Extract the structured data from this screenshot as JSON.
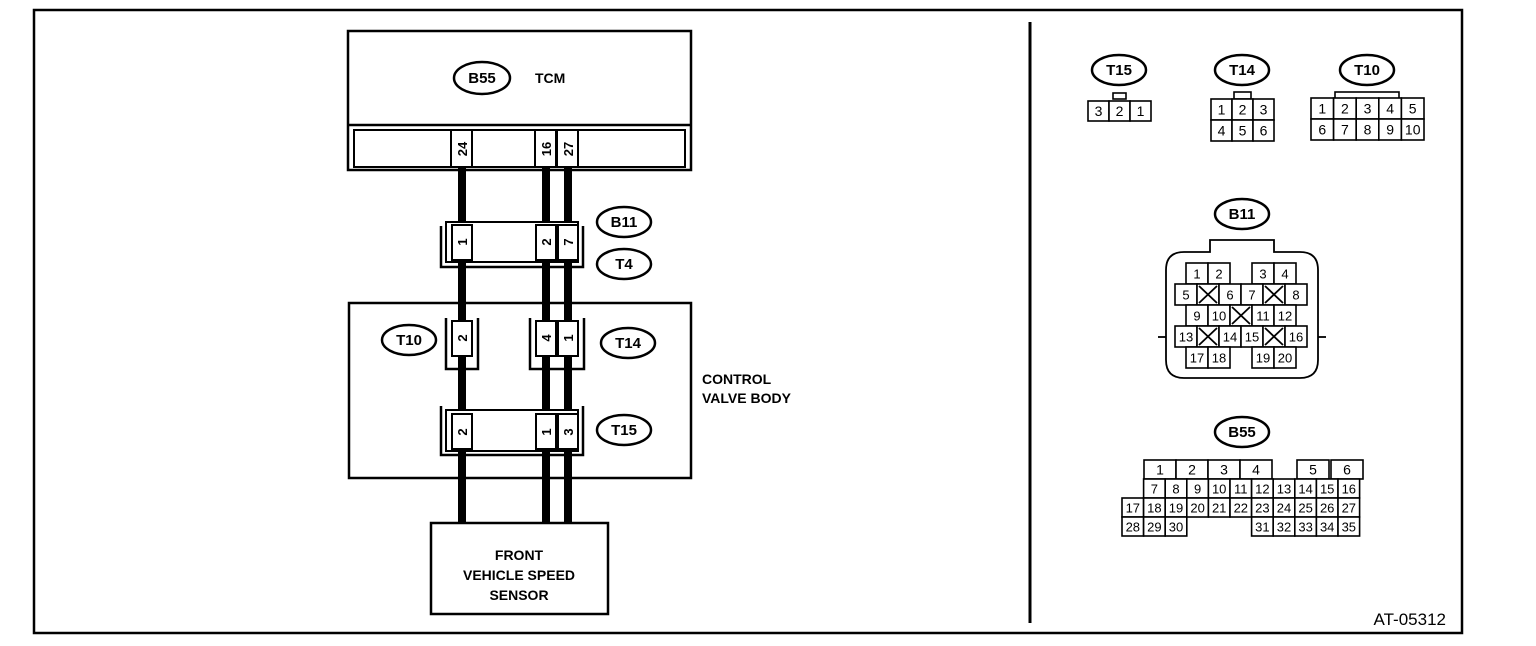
{
  "diagram": {
    "tcm": {
      "connector": "B55",
      "label": "TCM",
      "pins": [
        "24",
        "16",
        "27"
      ]
    },
    "b11": {
      "label": "B11",
      "pins": [
        "1",
        "2",
        "7"
      ]
    },
    "t4": {
      "label": "T4"
    },
    "control_valve_body": {
      "line1": "CONTROL",
      "line2": "VALVE BODY"
    },
    "t10": {
      "label": "T10",
      "pin": "2"
    },
    "t14": {
      "label": "T14",
      "pins": [
        "4",
        "1"
      ]
    },
    "t15": {
      "label": "T15",
      "pins": [
        "2",
        "1",
        "3"
      ]
    },
    "sensor": {
      "line1": "FRONT",
      "line2": "VEHICLE SPEED",
      "line3": "SENSOR"
    },
    "figure_id": "AT-05312"
  },
  "connectors": {
    "t15": {
      "label": "T15",
      "rows": [
        [
          "3",
          "2",
          "1"
        ]
      ]
    },
    "t14": {
      "label": "T14",
      "rows": [
        [
          "1",
          "2",
          "3"
        ],
        [
          "4",
          "5",
          "6"
        ]
      ]
    },
    "t10": {
      "label": "T10",
      "rows": [
        [
          "1",
          "2",
          "3",
          "4",
          "5"
        ],
        [
          "6",
          "7",
          "8",
          "9",
          "10"
        ]
      ]
    },
    "b11": {
      "label": "B11",
      "rows": [
        [
          "",
          "1",
          "2",
          "",
          "3",
          "4",
          ""
        ],
        [
          "5",
          "x",
          "6",
          "7",
          "x",
          "8"
        ],
        [
          "",
          "9",
          "10",
          "x",
          "11",
          "12",
          ""
        ],
        [
          "13",
          "x",
          "14",
          "15",
          "x",
          "16"
        ],
        [
          "",
          "17",
          "18",
          "",
          "19",
          "20",
          ""
        ]
      ]
    },
    "b55": {
      "label": "B55",
      "rows": [
        [
          "",
          "1",
          "2",
          "3",
          "4",
          "",
          "5",
          "6"
        ],
        [
          "",
          "7",
          "8",
          "9",
          "10",
          "11",
          "12",
          "13",
          "14",
          "15",
          "16"
        ],
        [
          "17",
          "18",
          "19",
          "20",
          "21",
          "22",
          "23",
          "24",
          "25",
          "26",
          "27"
        ],
        [
          "28",
          "29",
          "30",
          "",
          "",
          "",
          "31",
          "32",
          "33",
          "34",
          "35"
        ]
      ]
    }
  }
}
